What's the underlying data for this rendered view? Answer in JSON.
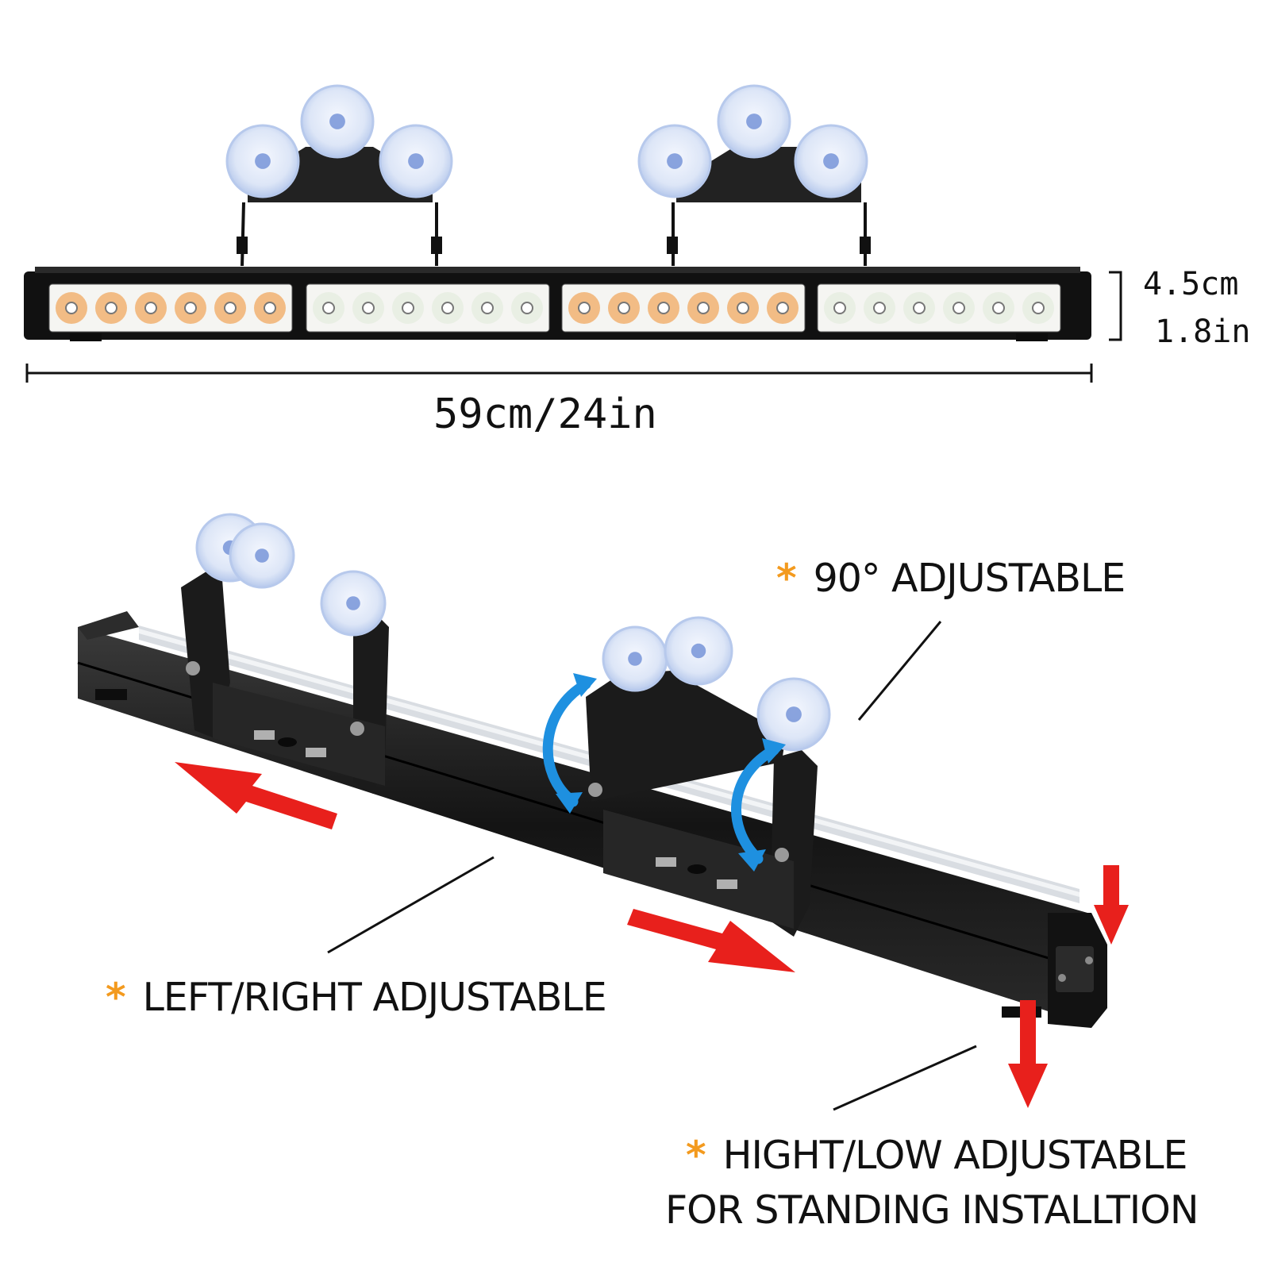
{
  "dimensions": {
    "height_cm": "4.5cm",
    "height_in": "1.8in",
    "length": "59cm/24in"
  },
  "features": {
    "bullet": "*",
    "angle": "90° ADJUSTABLE",
    "slide": "LEFT/RIGHT ADJUSTABLE",
    "height_line1": "HIGHT/LOW ADJUSTABLE",
    "height_line2": "FOR STANDING INSTALLTION"
  },
  "colors": {
    "bullet": "#f39a1e",
    "arrow_red": "#e8201c",
    "arrow_blue": "#1e90e0",
    "led_amber": "#f0a860",
    "led_white": "#e4ecdf",
    "housing": "#1a1a1a",
    "suction_cup": "#b7c9ec"
  },
  "led_modules": [
    "amber",
    "white",
    "amber",
    "white"
  ],
  "icons": [
    "suction-cup-icon",
    "mounting-bracket-icon",
    "red-arrow-icon",
    "blue-rotate-arrow-icon"
  ]
}
